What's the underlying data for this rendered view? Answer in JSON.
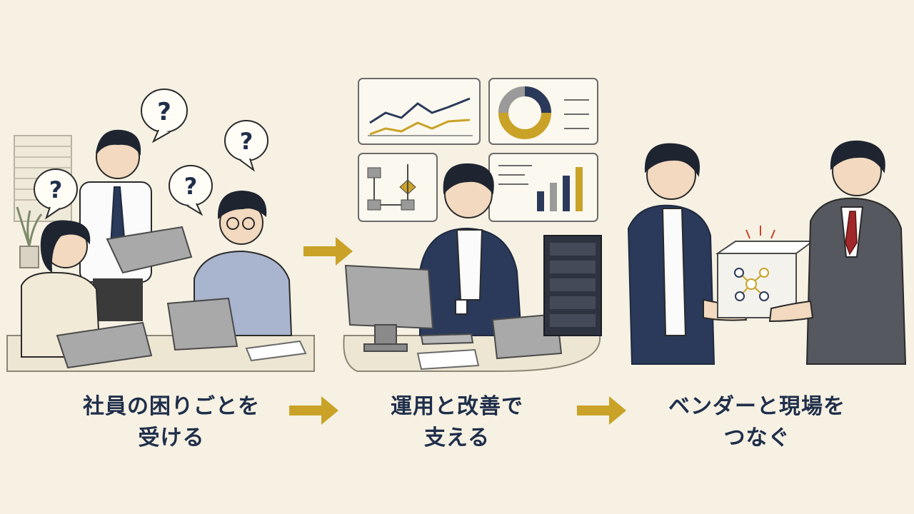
{
  "colors": {
    "background": "#f6f1e3",
    "navy": "#1f2e4a",
    "gold": "#c9a227",
    "gray": "#8a8a8a",
    "accent_red": "#c8442b"
  },
  "steps": [
    {
      "line1": "社員の困りごとを",
      "line2": "受ける"
    },
    {
      "line1": "運用と改善で",
      "line2": "支える"
    },
    {
      "line1": "ベンダーと現場を",
      "line2": "つなぐ"
    }
  ],
  "question_mark": "?",
  "icons": [
    "question-bubble-icon",
    "arrow-right-icon",
    "network-node-icon",
    "laptop-icon",
    "server-rack-icon"
  ]
}
